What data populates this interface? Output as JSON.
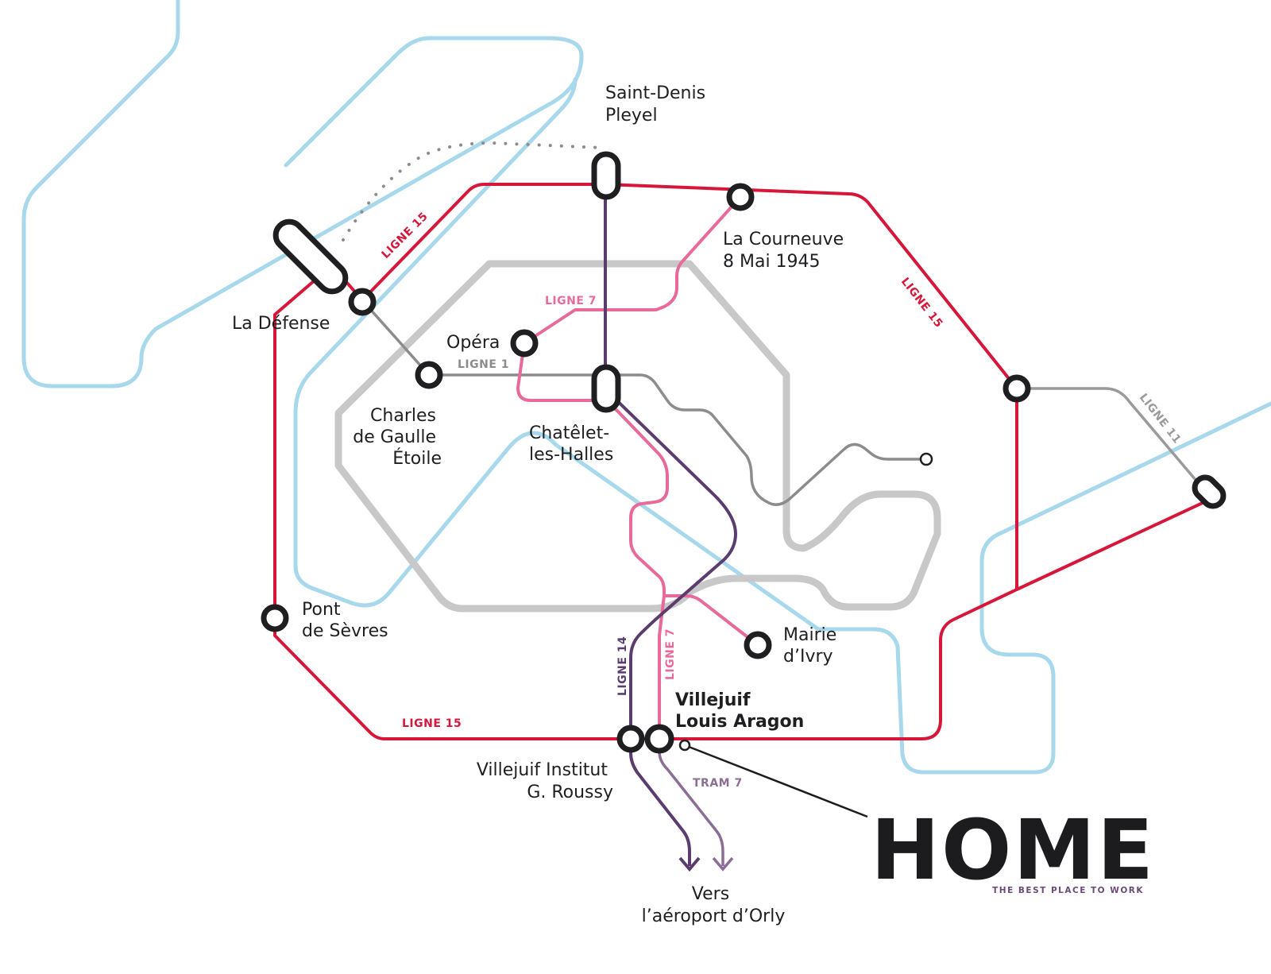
{
  "colors": {
    "seine": "#a8d8ec",
    "ligne15": "#d6173a",
    "ligne7": "#e86a9a",
    "ligne14": "#5a3c6e",
    "ligne1": "#8c8c8c",
    "ligne11": "#9a9a9a",
    "ring": "#c8c8c8",
    "tram7": "#8a6e94",
    "station": "#1f1f22",
    "tagline": "#6a4a78"
  },
  "lines": {
    "ligne15_top": "LIGNE 15",
    "ligne15_right": "LIGNE 15",
    "ligne15_bottom": "LIGNE 15",
    "ligne7_top": "LIGNE 7",
    "ligne7_bottom": "LIGNE 7",
    "ligne1": "LIGNE 1",
    "ligne11": "LIGNE 11",
    "ligne14": "LIGNE 14",
    "tram7": "TRAM 7"
  },
  "stations": {
    "saint_denis": [
      "Saint-Denis",
      "Pleyel"
    ],
    "la_courneuve": [
      "La Courneuve",
      "8 Mai 1945"
    ],
    "la_defense": [
      "La Défense"
    ],
    "opera": [
      "Opéra"
    ],
    "charles_de_gaulle": [
      "Charles",
      "de Gaulle",
      "Étoile"
    ],
    "chatelet": [
      "Chatêlet-",
      "les-Halles"
    ],
    "pont_de_sevres": [
      "Pont",
      "de Sèvres"
    ],
    "mairie_ivry": [
      "Mairie",
      "d’Ivry"
    ],
    "villejuif_aragon": [
      "Villejuif",
      "Louis Aragon"
    ],
    "villejuif_institut": [
      "Villejuif Institut",
      "G. Roussy"
    ],
    "orly": [
      "Vers",
      "l’aéroport d’Orly"
    ]
  },
  "brand": {
    "name": "HOME",
    "tagline": "THE BEST PLACE TO WORK"
  }
}
